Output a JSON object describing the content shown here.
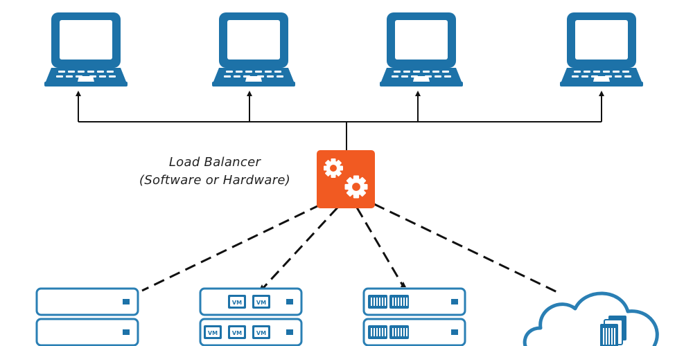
{
  "load_balancer": {
    "label_line1": "Load Balancer",
    "label_line2": "(Software or Hardware)",
    "icon": "gears-icon"
  },
  "servers": {
    "vm_badge": "VM"
  },
  "icons": {
    "client": "laptop-icon",
    "server": "rack-server-icon",
    "cloud": "cloud-icon",
    "container": "container-icon"
  },
  "colors": {
    "laptop": "#1d72a8",
    "server_outline": "#2a7fb4",
    "load_balancer": "#f15a22",
    "lines": "#111111"
  }
}
